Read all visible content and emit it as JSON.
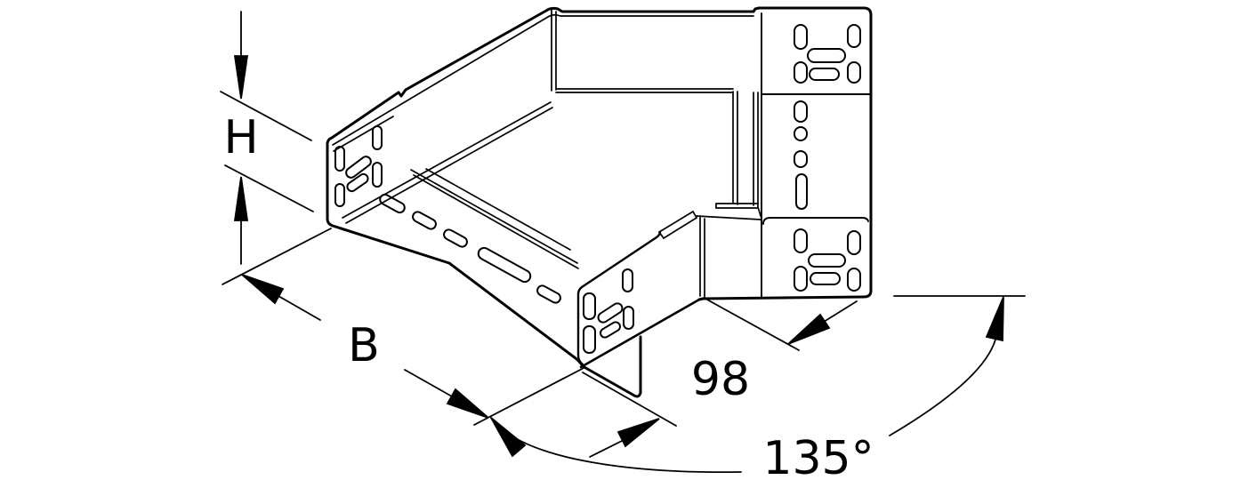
{
  "drawing": {
    "subject": "perforated cable tray 45-degree bend, isometric technical drawing",
    "background_color": "#ffffff",
    "line_color": "#000000",
    "labels": {
      "height": "H",
      "width": "B",
      "end_width": "98",
      "bend_angle": "135°"
    }
  }
}
